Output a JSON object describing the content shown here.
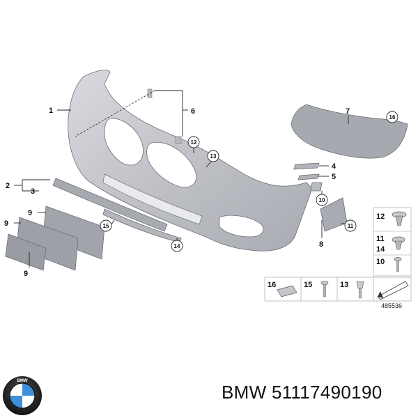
{
  "diagram": {
    "reference_number": "485536",
    "callouts": {
      "c1": "1",
      "c2": "2",
      "c3": "3",
      "c4": "4",
      "c5": "5",
      "c6": "6",
      "c7": "7",
      "c8": "8",
      "c9a": "9",
      "c9b": "9",
      "c9c": "9",
      "c10": "10",
      "c11": "11",
      "c12": "12",
      "c13": "13",
      "c14": "14",
      "c15": "15",
      "c16": "16"
    },
    "legend_right": {
      "r12": "12",
      "r11": "11",
      "r14": "14",
      "r10": "10"
    },
    "legend_bottom": {
      "b16": "16",
      "b15": "15",
      "b13": "13"
    }
  },
  "footer": {
    "brand_text": "BMW 51117490190",
    "logo_letters": "BMW"
  },
  "colors": {
    "part_fill": "#c4c6cc",
    "part_dark": "#9a9ca3",
    "logo_blue": "#3f8ed8",
    "ink": "#111111"
  }
}
